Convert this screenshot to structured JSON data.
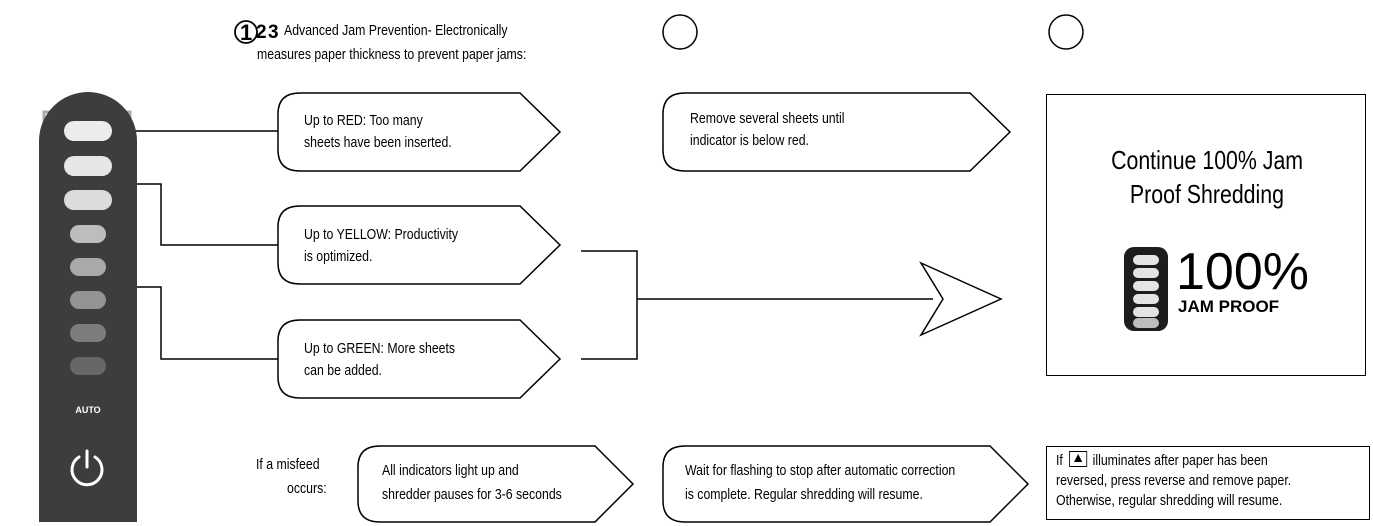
{
  "steps": [
    {
      "number": "1"
    },
    {
      "number": "2"
    },
    {
      "number": "3"
    }
  ],
  "intro": {
    "line1": "Advanced Jam Prevention- Electronically",
    "line2": "measures paper thickness to prevent paper jams:"
  },
  "levels": [
    {
      "line1": "Up to RED: Too many",
      "line2": "sheets have been inserted."
    },
    {
      "line1": "Up to YELLOW: Productivity",
      "line2": "is optimized."
    },
    {
      "line1": "Up to GREEN: More sheets",
      "line2": "can be added."
    }
  ],
  "red_action": {
    "line1": "Remove several sheets until",
    "line2": "indicator is below red."
  },
  "result": {
    "title_line1": "Continue 100% Jam",
    "title_line2": "Proof Shredding",
    "badge_percent": "100%",
    "badge_label": "JAM PROOF"
  },
  "misfeed": {
    "label_line1": "If a misfeed",
    "label_line2": "occurs:",
    "indicator_line1": "All indicators light up and",
    "indicator_line2": "shredder pauses for 3-6 seconds",
    "wait_line1": "Wait for flashing to stop after automatic correction",
    "wait_line2": "is complete. Regular shredding will resume.",
    "result_prefix": "If",
    "result_line1": "illuminates after paper has been",
    "result_line2": "reversed, press reverse and remove paper.",
    "result_line3": "Otherwise, regular shredding will resume."
  },
  "panel": {
    "auto_label": "AUTO",
    "icons": [
      "power-icon",
      "reverse-icon"
    ],
    "led_colors": [
      "#ececec",
      "#e6e6e6",
      "#dcdcdc",
      "#bdbdbd",
      "#a9a9a9",
      "#939393",
      "#7d7d7d",
      "#676767"
    ]
  }
}
